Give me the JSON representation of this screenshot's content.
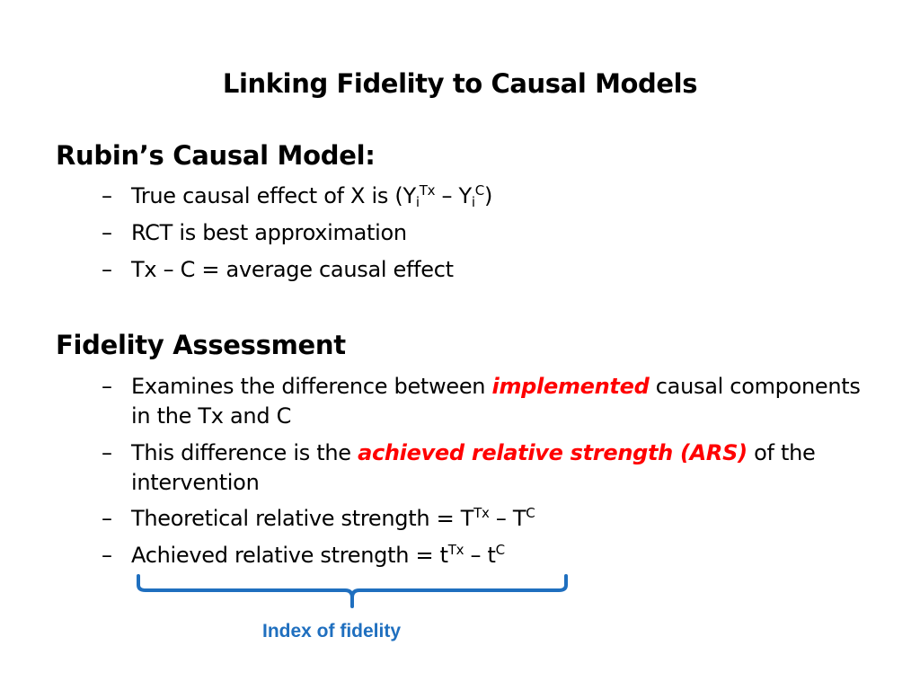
{
  "slide": {
    "title": "Linking Fidelity to Causal Models"
  },
  "section1": {
    "heading": "Rubin’s Causal Model:",
    "dash": "–",
    "bullet1": {
      "prefix": "True causal effect of X is (Y",
      "sub1": "i",
      "sup1": "Tx",
      "middle": " – Y",
      "sub2": "i",
      "sup2": "C",
      "suffix": ")"
    },
    "bullet2": "RCT is best approximation",
    "bullet3": "Tx – C = average causal effect"
  },
  "section2": {
    "heading": "Fidelity Assessment",
    "dash": "–",
    "bullet1": {
      "before": "Examines the difference between ",
      "emphasis": "implemented",
      "after": " causal components in the Tx and C"
    },
    "bullet2": {
      "before": "This difference is the ",
      "emphasis": "achieved relative strength (ARS)",
      "after": " of the intervention"
    },
    "bullet3": {
      "prefix": "Theoretical relative strength = T",
      "sup1": "Tx",
      "middle": " – T",
      "sup2": "C"
    },
    "bullet4": {
      "prefix": "Achieved relative strength = t",
      "sup1": "Tx",
      "middle": " – t",
      "sup2": "C"
    }
  },
  "annotation": {
    "label": "Index of fidelity",
    "brace_color": "#1f6fbf",
    "label_color": "#1f6fbf"
  },
  "colors": {
    "emphasis": "#ff0000",
    "text": "#000000",
    "background": "#ffffff"
  }
}
